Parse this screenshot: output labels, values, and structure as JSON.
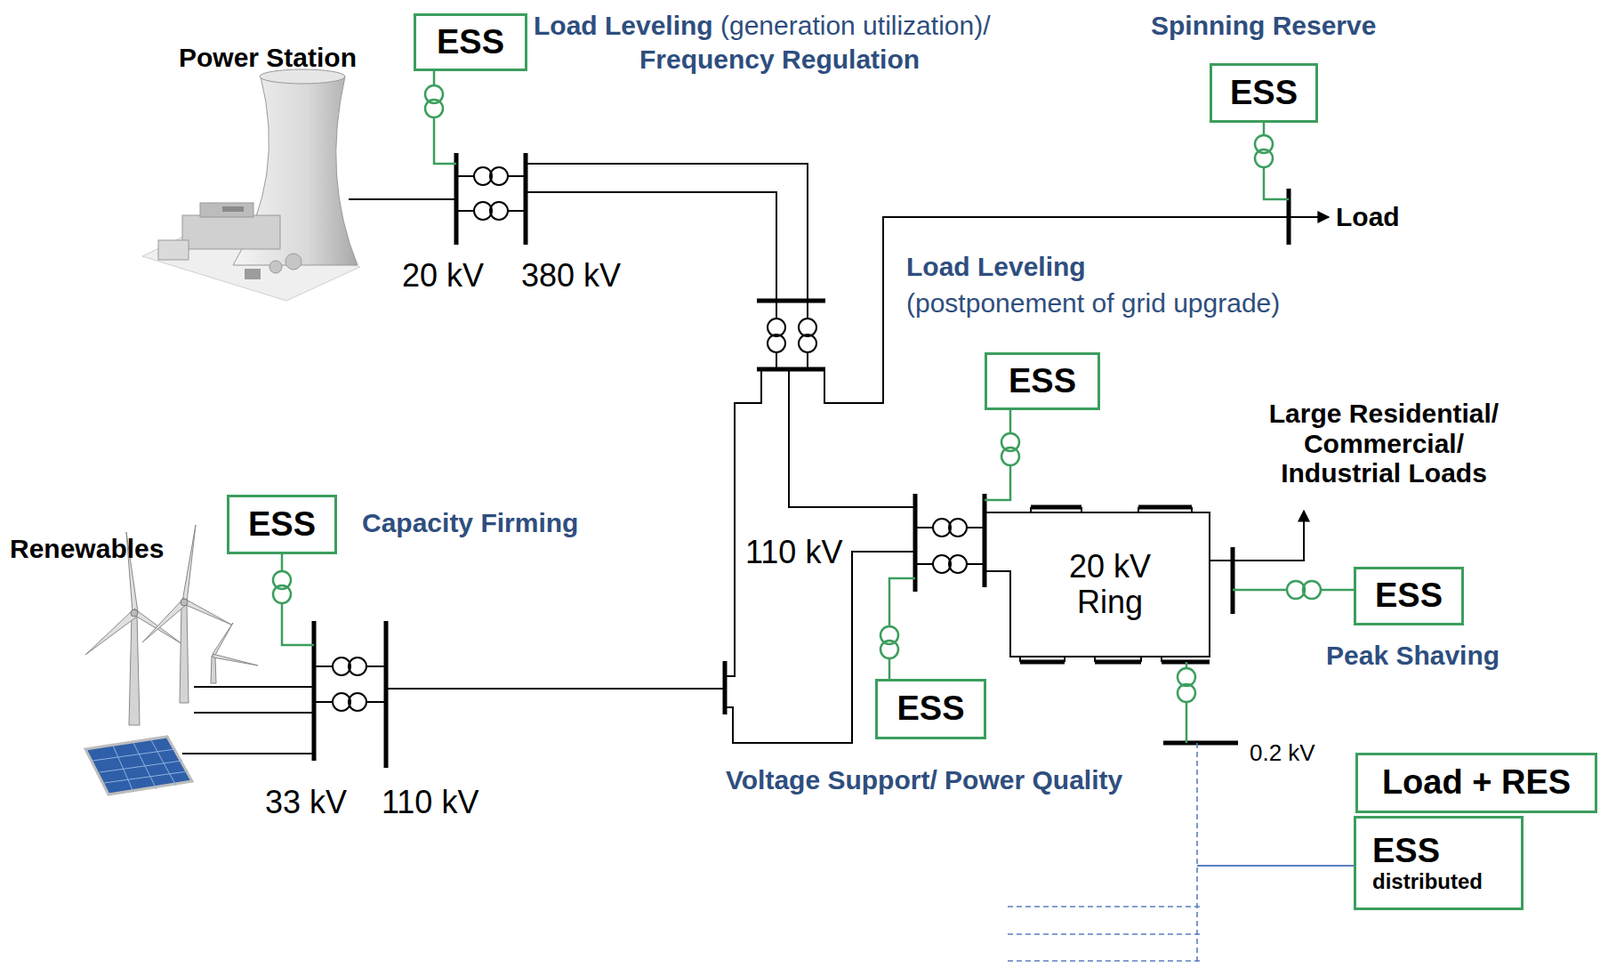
{
  "diagram": {
    "nodes": [
      {
        "text": [
          "ESS"
        ]
      },
      {
        "text": [
          "ESS"
        ]
      },
      {
        "text": [
          "ESS"
        ]
      },
      {
        "text": [
          "ESS"
        ]
      },
      {
        "text": [
          "ESS"
        ]
      },
      {
        "text": [
          "ESS"
        ]
      },
      {
        "text": [
          "Load + RES"
        ]
      },
      {
        "text": [
          "ESS",
          "distributed"
        ]
      }
    ],
    "labels": [
      "Power Station",
      "Load Leveling",
      "(generation utilization)/",
      "Frequency Regulation",
      "Spinning Reserve",
      "Load",
      "20 kV",
      "380 kV",
      "Load Leveling",
      "(postponement of grid upgrade)",
      "Large Residential/ Commercial/ Industrial Loads",
      "Renewables",
      "Capacity Firming",
      "110 kV",
      "20 kV Ring",
      "Peak Shaving",
      "33 kV",
      "110 kV",
      "Voltage Support/ Power Quality",
      "0.2 kV"
    ]
  }
}
